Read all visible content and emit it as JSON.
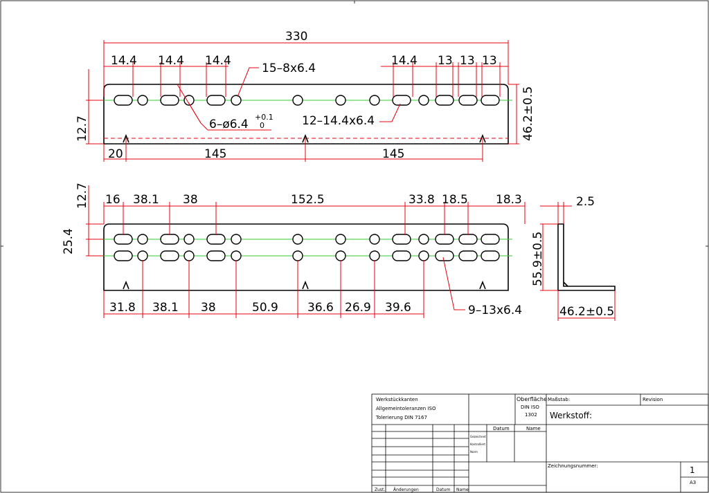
{
  "drawing": {
    "top_view": {
      "overall": "330",
      "top_dims": [
        "14.4",
        "14.4",
        "14.4",
        "14.4",
        "13",
        "13",
        "13"
      ],
      "bottom_dims": [
        "20",
        "145",
        "145"
      ],
      "left_dim": "12.7",
      "right_dim": "46.2±0.5",
      "callout_slots_15": "15–8x6.4",
      "callout_holes": "6–ø6.4",
      "callout_holes_tol_upper": "+0.1",
      "callout_holes_tol_lower": "0",
      "callout_slots_12": "12–14.4x6.4"
    },
    "front_view": {
      "top_dims": [
        "16",
        "38.1",
        "38",
        "152.5",
        "33.8",
        "18.5",
        "18.3"
      ],
      "bottom_dims": [
        "31.8",
        "38.1",
        "38",
        "50.9",
        "36.6",
        "26.9",
        "39.6"
      ],
      "left_dim_top": "12.7",
      "left_dim_mid": "25.4",
      "callout_slots": "9–13x6.4"
    },
    "side_view": {
      "thickness": "2.5",
      "height": "55.9±0.5",
      "width": "46.2±0.5"
    }
  },
  "title_block": {
    "tolerance_note": [
      "Werkstückkanten",
      "Allgemeintoleranzen ISO",
      "Tolerierung DIN 7167"
    ],
    "surface": [
      "Oberfläche",
      "DIN ISO",
      "1302"
    ],
    "scale_label": "Maßstab:",
    "revision_label": "Revision",
    "material_label": "Werkstoff:",
    "date_header": "Datum",
    "name_header": "Name",
    "role_rows": [
      "Gezeichnet",
      "Kontrolliert",
      "Norm"
    ],
    "drawing_number_label": "Zeichnungsnummer:",
    "sheet_number": "1",
    "sheet_size": "A3",
    "change_row": [
      "Zust.",
      "Änderungen",
      "Datum",
      "Name"
    ]
  }
}
